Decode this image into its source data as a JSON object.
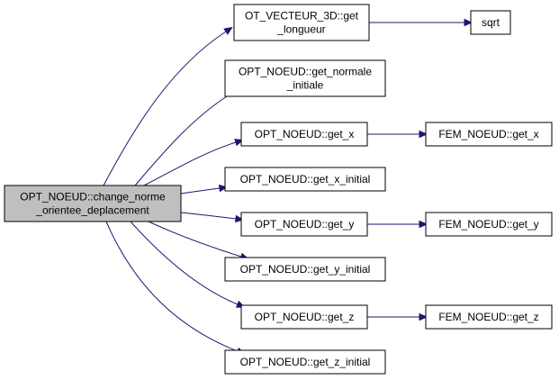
{
  "graph": {
    "edge_color": "#191970",
    "root_fill": "#bfbfbf",
    "nodes": {
      "root": {
        "lines": [
          "OPT_NOEUD::change_norme",
          "_orientee_deplacement"
        ]
      },
      "vec_len": {
        "lines": [
          "OT_VECTEUR_3D::get",
          "_longueur"
        ]
      },
      "sqrt": {
        "lines": [
          "sqrt"
        ]
      },
      "normale": {
        "lines": [
          "OPT_NOEUD::get_normale",
          "_initiale"
        ]
      },
      "get_x": {
        "lines": [
          "OPT_NOEUD::get_x"
        ]
      },
      "fem_x": {
        "lines": [
          "FEM_NOEUD::get_x"
        ]
      },
      "get_x_init": {
        "lines": [
          "OPT_NOEUD::get_x_initial"
        ]
      },
      "get_y": {
        "lines": [
          "OPT_NOEUD::get_y"
        ]
      },
      "fem_y": {
        "lines": [
          "FEM_NOEUD::get_y"
        ]
      },
      "get_y_init": {
        "lines": [
          "OPT_NOEUD::get_y_initial"
        ]
      },
      "get_z": {
        "lines": [
          "OPT_NOEUD::get_z"
        ]
      },
      "fem_z": {
        "lines": [
          "FEM_NOEUD::get_z"
        ]
      },
      "get_z_init": {
        "lines": [
          "OPT_NOEUD::get_z_initial"
        ]
      }
    },
    "edges": [
      [
        "root",
        "vec_len"
      ],
      [
        "root",
        "normale"
      ],
      [
        "root",
        "get_x"
      ],
      [
        "root",
        "get_x_init"
      ],
      [
        "root",
        "get_y"
      ],
      [
        "root",
        "get_y_init"
      ],
      [
        "root",
        "get_z"
      ],
      [
        "root",
        "get_z_init"
      ],
      [
        "vec_len",
        "sqrt"
      ],
      [
        "get_x",
        "fem_x"
      ],
      [
        "get_y",
        "fem_y"
      ],
      [
        "get_z",
        "fem_z"
      ]
    ]
  }
}
